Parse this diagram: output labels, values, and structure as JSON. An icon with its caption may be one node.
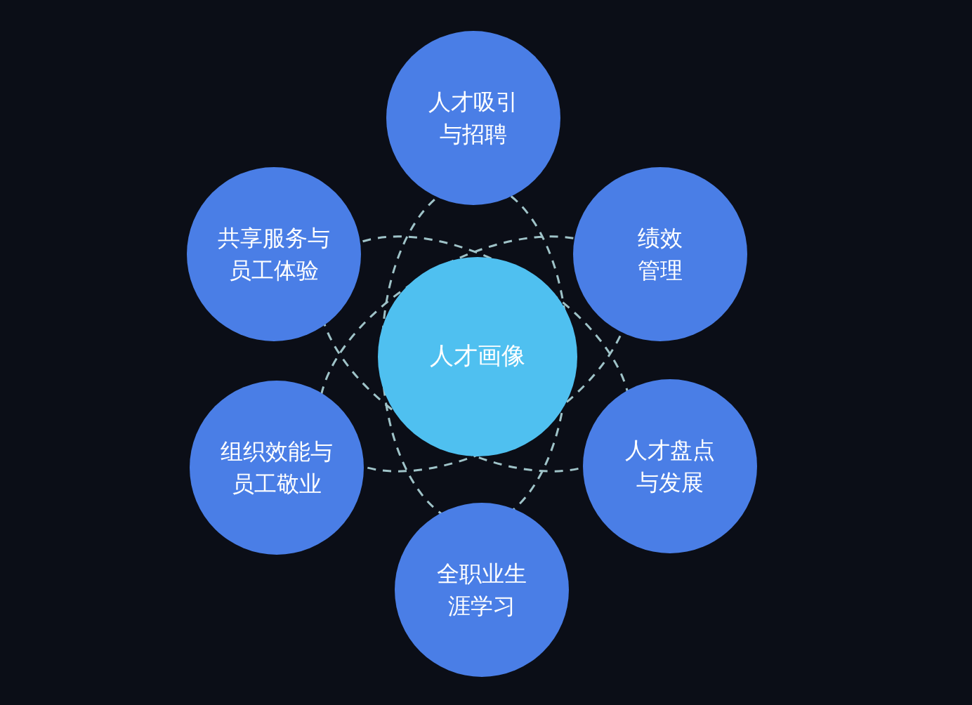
{
  "diagram": {
    "nodes": [
      {
        "text": [
          "人才吸引与招聘"
        ]
      },
      {
        "text": [
          "共享服务与员工体验"
        ]
      },
      {
        "text": [
          "绩效管理"
        ]
      },
      {
        "text": [
          "人才画像"
        ]
      },
      {
        "text": [
          "组织效能与员工敬业"
        ]
      },
      {
        "text": [
          "人才盘点与发展"
        ]
      },
      {
        "text": [
          "全职业生涯学习"
        ]
      }
    ]
  }
}
